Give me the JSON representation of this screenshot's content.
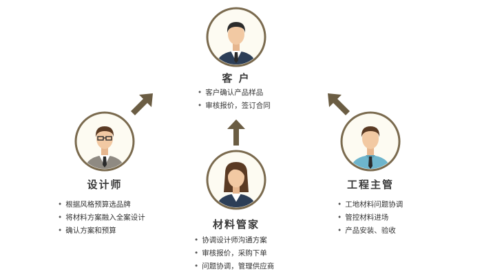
{
  "colors": {
    "ring": "#7a6a4e",
    "arrow": "#6b5d43",
    "circle_bg": "#fdfbf2",
    "skin": "#f2c9a3",
    "hair_dark": "#2b2b2b",
    "hair_brown": "#5a3a23",
    "suit_navy": "#2c3e57",
    "suit_gray": "#8f8a82",
    "shirt_blue": "#6eb5cc",
    "tie_dark": "#2a2a2a"
  },
  "roles": {
    "customer": {
      "title": "客 户",
      "items": [
        "客户确认产品样品",
        "审核报价，签订合同"
      ]
    },
    "designer": {
      "title": "设计师",
      "items": [
        "根据风格预算选品牌",
        "将材料方案融入全案设计",
        "确认方案和预算"
      ]
    },
    "materials": {
      "title": "材料管家",
      "items": [
        "协调设计师沟通方案",
        "审核报价，采购下单",
        "问题协调，管理供应商"
      ]
    },
    "engineer": {
      "title": "工程主管",
      "items": [
        "工地材料问题协调",
        "管控材料进场",
        "产品安装、验收"
      ]
    }
  },
  "icons": {
    "arrow_left": "arrow-up-right-icon",
    "arrow_center": "arrow-up-icon",
    "arrow_right": "arrow-up-left-icon"
  }
}
